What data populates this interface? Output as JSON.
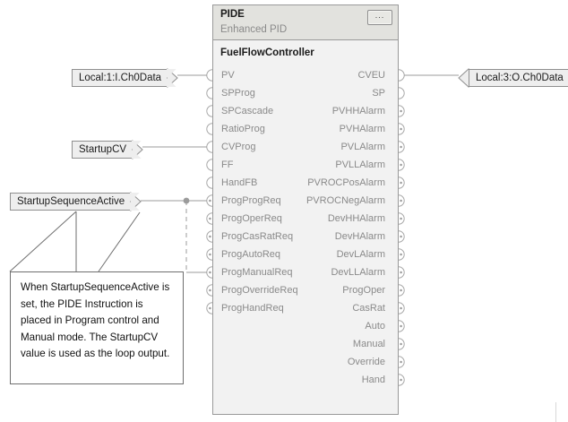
{
  "block": {
    "title": "PIDE",
    "subtitle": "Enhanced PID",
    "tag": "FuelFlowController",
    "dots_label": "...",
    "inputs": [
      {
        "name": "PV",
        "type": "analog",
        "connected": true
      },
      {
        "name": "SPProg",
        "type": "analog",
        "connected": false
      },
      {
        "name": "SPCascade",
        "type": "analog",
        "connected": false
      },
      {
        "name": "RatioProg",
        "type": "analog",
        "connected": false
      },
      {
        "name": "CVProg",
        "type": "analog",
        "connected": true
      },
      {
        "name": "FF",
        "type": "analog",
        "connected": false
      },
      {
        "name": "HandFB",
        "type": "analog",
        "connected": false
      },
      {
        "name": "ProgProgReq",
        "type": "bool",
        "connected": true
      },
      {
        "name": "ProgOperReq",
        "type": "bool",
        "connected": false
      },
      {
        "name": "ProgCasRatReq",
        "type": "bool",
        "connected": false
      },
      {
        "name": "ProgAutoReq",
        "type": "bool",
        "connected": false
      },
      {
        "name": "ProgManualReq",
        "type": "bool",
        "connected": true
      },
      {
        "name": "ProgOverrideReq",
        "type": "bool",
        "connected": false
      },
      {
        "name": "ProgHandReq",
        "type": "bool",
        "connected": false
      }
    ],
    "outputs": [
      {
        "name": "CVEU",
        "type": "analog",
        "connected": true
      },
      {
        "name": "SP",
        "type": "analog",
        "connected": false
      },
      {
        "name": "PVHHAlarm",
        "type": "bool",
        "connected": false
      },
      {
        "name": "PVHAlarm",
        "type": "bool",
        "connected": false
      },
      {
        "name": "PVLAlarm",
        "type": "bool",
        "connected": false
      },
      {
        "name": "PVLLAlarm",
        "type": "bool",
        "connected": false
      },
      {
        "name": "PVROCPosAlarm",
        "type": "bool",
        "connected": false
      },
      {
        "name": "PVROCNegAlarm",
        "type": "bool",
        "connected": false
      },
      {
        "name": "DevHHAlarm",
        "type": "bool",
        "connected": false
      },
      {
        "name": "DevHAlarm",
        "type": "bool",
        "connected": false
      },
      {
        "name": "DevLAlarm",
        "type": "bool",
        "connected": false
      },
      {
        "name": "DevLLAlarm",
        "type": "bool",
        "connected": false
      },
      {
        "name": "ProgOper",
        "type": "bool",
        "connected": false
      },
      {
        "name": "CasRat",
        "type": "bool",
        "connected": false
      },
      {
        "name": "Auto",
        "type": "bool",
        "connected": false
      },
      {
        "name": "Manual",
        "type": "bool",
        "connected": false
      },
      {
        "name": "Override",
        "type": "bool",
        "connected": false
      },
      {
        "name": "Hand",
        "type": "bool",
        "connected": false
      }
    ]
  },
  "tags": {
    "input_pv": "Local:1:I.Ch0Data",
    "input_cv": "StartupCV",
    "input_bool": "StartupSequenceActive",
    "output_cveu": "Local:3:O.Ch0Data"
  },
  "comment": {
    "text": "When StartupSequenceActive is set, the PIDE Instruction is placed in Program control and Manual mode. The StartupCV value is used as the loop output."
  },
  "colors": {
    "block_body": "#f2f2f2",
    "block_header": "#e2e2de",
    "block_border": "#9a9a9a",
    "pin_label": "#8a8a8a",
    "tag_fill": "#eeeeee",
    "tag_border": "#8f8f8f",
    "wire": "#9b9b9b",
    "text": "#1b1b1b"
  }
}
